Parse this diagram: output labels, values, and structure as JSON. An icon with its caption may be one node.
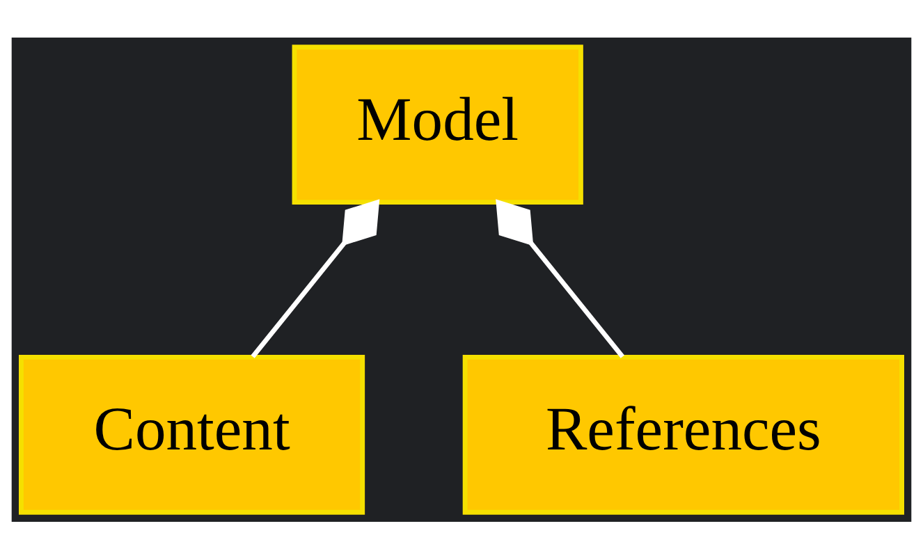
{
  "diagram": {
    "nodes": [
      {
        "text": [
          "Model"
        ]
      },
      {
        "text": [
          "Content"
        ]
      },
      {
        "text": [
          "References"
        ]
      }
    ],
    "edges": [
      {
        "from": 0,
        "to": 1,
        "arrow": "other"
      },
      {
        "from": 0,
        "to": 2,
        "arrow": "other"
      }
    ]
  }
}
